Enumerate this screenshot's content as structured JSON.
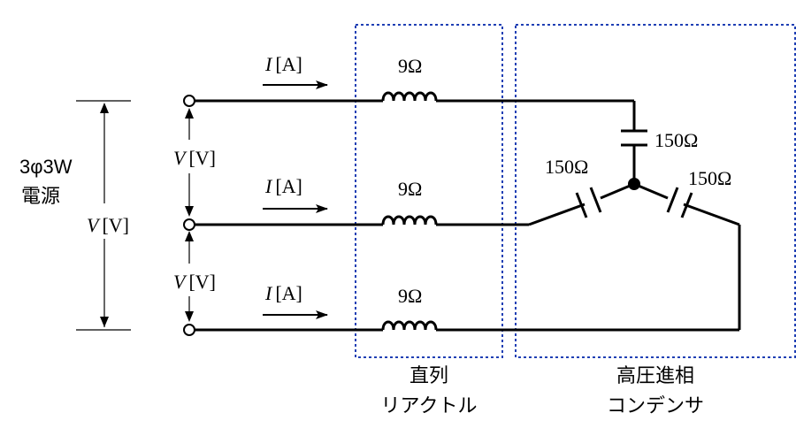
{
  "source": {
    "line1": "3φ3W",
    "line2": "電源",
    "voltage_label": "V",
    "voltage_unit": "[V]"
  },
  "line_voltage_upper": {
    "symbol": "V",
    "unit": "[V]"
  },
  "line_voltage_lower": {
    "symbol": "V",
    "unit": "[V]"
  },
  "currents": [
    {
      "symbol": "I",
      "unit": "[A]"
    },
    {
      "symbol": "I",
      "unit": "[A]"
    },
    {
      "symbol": "I",
      "unit": "[A]"
    }
  ],
  "reactors": [
    {
      "value": "9Ω"
    },
    {
      "value": "9Ω"
    },
    {
      "value": "9Ω"
    }
  ],
  "capacitors": {
    "top": "150Ω",
    "left": "150Ω",
    "right": "150Ω"
  },
  "reactor_box_label": {
    "line1": "直列",
    "line2": "リアクトル"
  },
  "capacitor_box_label": {
    "line1": "高圧進相",
    "line2": "コンデンサ"
  },
  "colors": {
    "wire": "#000000",
    "dotted_box": "#1f3fb4"
  }
}
